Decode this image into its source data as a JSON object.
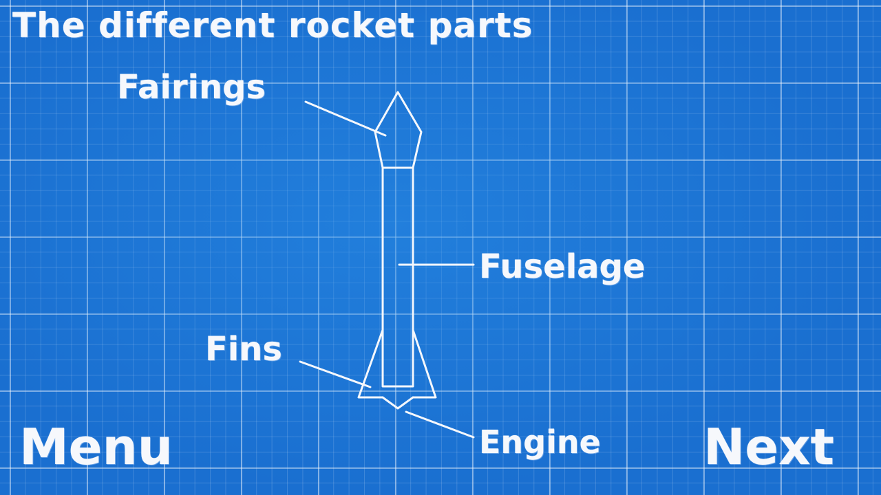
{
  "screen": {
    "title": "The different rocket parts"
  },
  "diagram": {
    "labels": {
      "fairings": "Fairings",
      "fuselage": "Fuselage",
      "fins": "Fins",
      "engine": "Engine"
    }
  },
  "navigation": {
    "menu_label": "Menu",
    "next_label": "Next"
  },
  "colors": {
    "background": "#1a6fd0",
    "chalk": "#f6f8fc"
  }
}
